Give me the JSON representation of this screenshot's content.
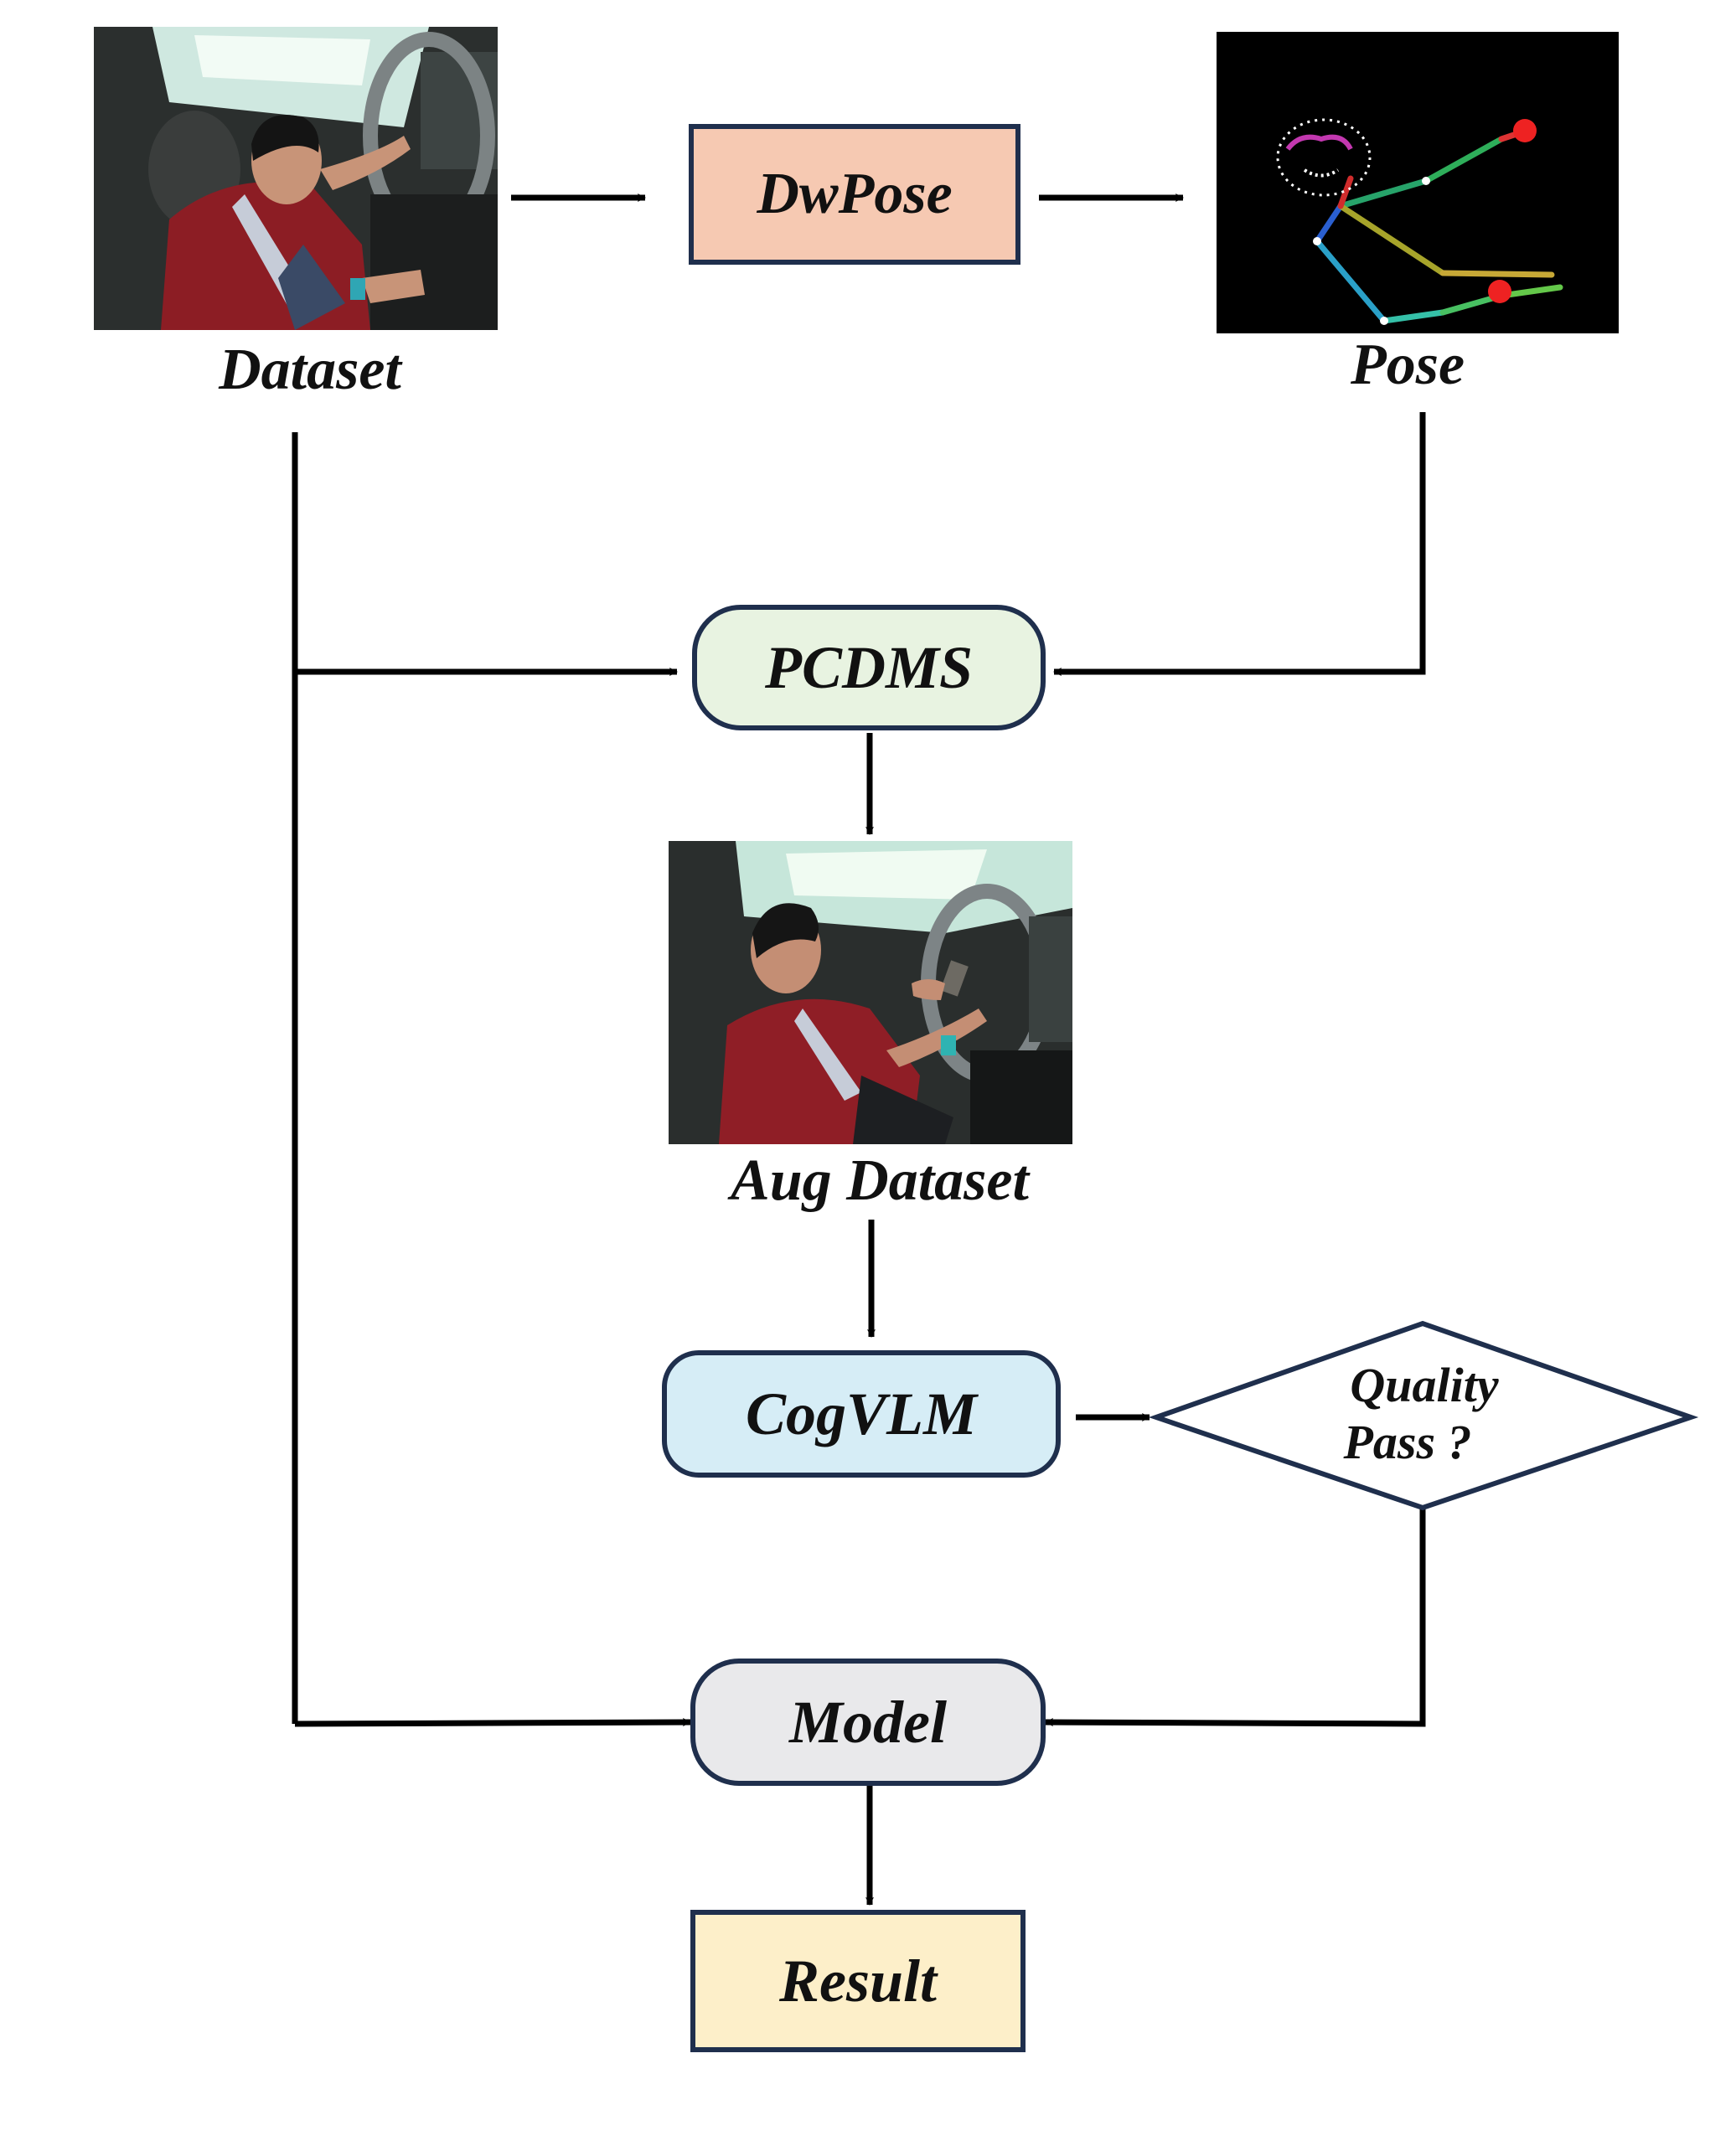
{
  "nodes": {
    "dataset_label": "Dataset",
    "dwpose": "DwPose",
    "pose_label": "Pose",
    "pcdms": "PCDMS",
    "aug_dataset_label": "Aug Dataset",
    "cogvlm": "CogVLM",
    "quality_line1": "Quality",
    "quality_line2": "Pass ?",
    "model": "Model",
    "result": "Result"
  },
  "colors": {
    "dwpose_fill": "#f6c9b2",
    "pcdms_fill": "#e8f3e1",
    "cogvlm_fill": "#d6edf6",
    "model_fill": "#e9e9eb",
    "result_fill": "#fdefc9",
    "border": "#1f2f4d",
    "arrow": "#000000"
  },
  "images": {
    "dataset_photo": "driver-photo",
    "pose_map": "pose-skeleton",
    "aug_photo": "augmented-driver-photo"
  }
}
